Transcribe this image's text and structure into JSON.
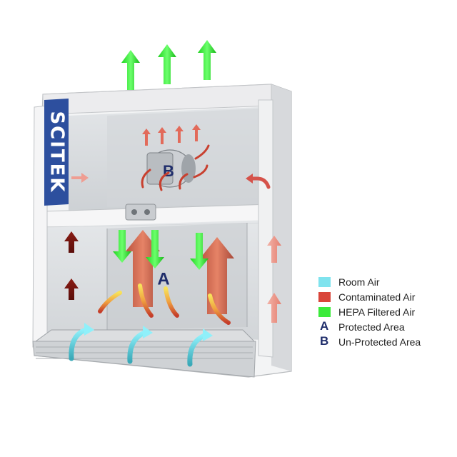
{
  "brand": {
    "logo_text": "SCITEK"
  },
  "diagram": {
    "area_b_letter": "B",
    "area_a_letter": "A"
  },
  "legend": {
    "items": [
      {
        "kind": "swatch",
        "color": "#7fe3ee",
        "label": "Room Air"
      },
      {
        "kind": "swatch",
        "color": "#d9453a",
        "label": "Contaminated  Air"
      },
      {
        "kind": "swatch",
        "color": "#3bea3b",
        "label": "HEPA Filtered Air"
      },
      {
        "kind": "letter",
        "letter": "A",
        "label": "Protected Area"
      },
      {
        "kind": "letter",
        "letter": "B",
        "label": "Un-Protected Area"
      }
    ]
  },
  "colors": {
    "hepa": "#3bea3b",
    "contaminated": "#d9453a",
    "room_air": "#5fc9d6",
    "brand_blue": "#2d4f9e",
    "cabinet": "#e9eaec"
  }
}
